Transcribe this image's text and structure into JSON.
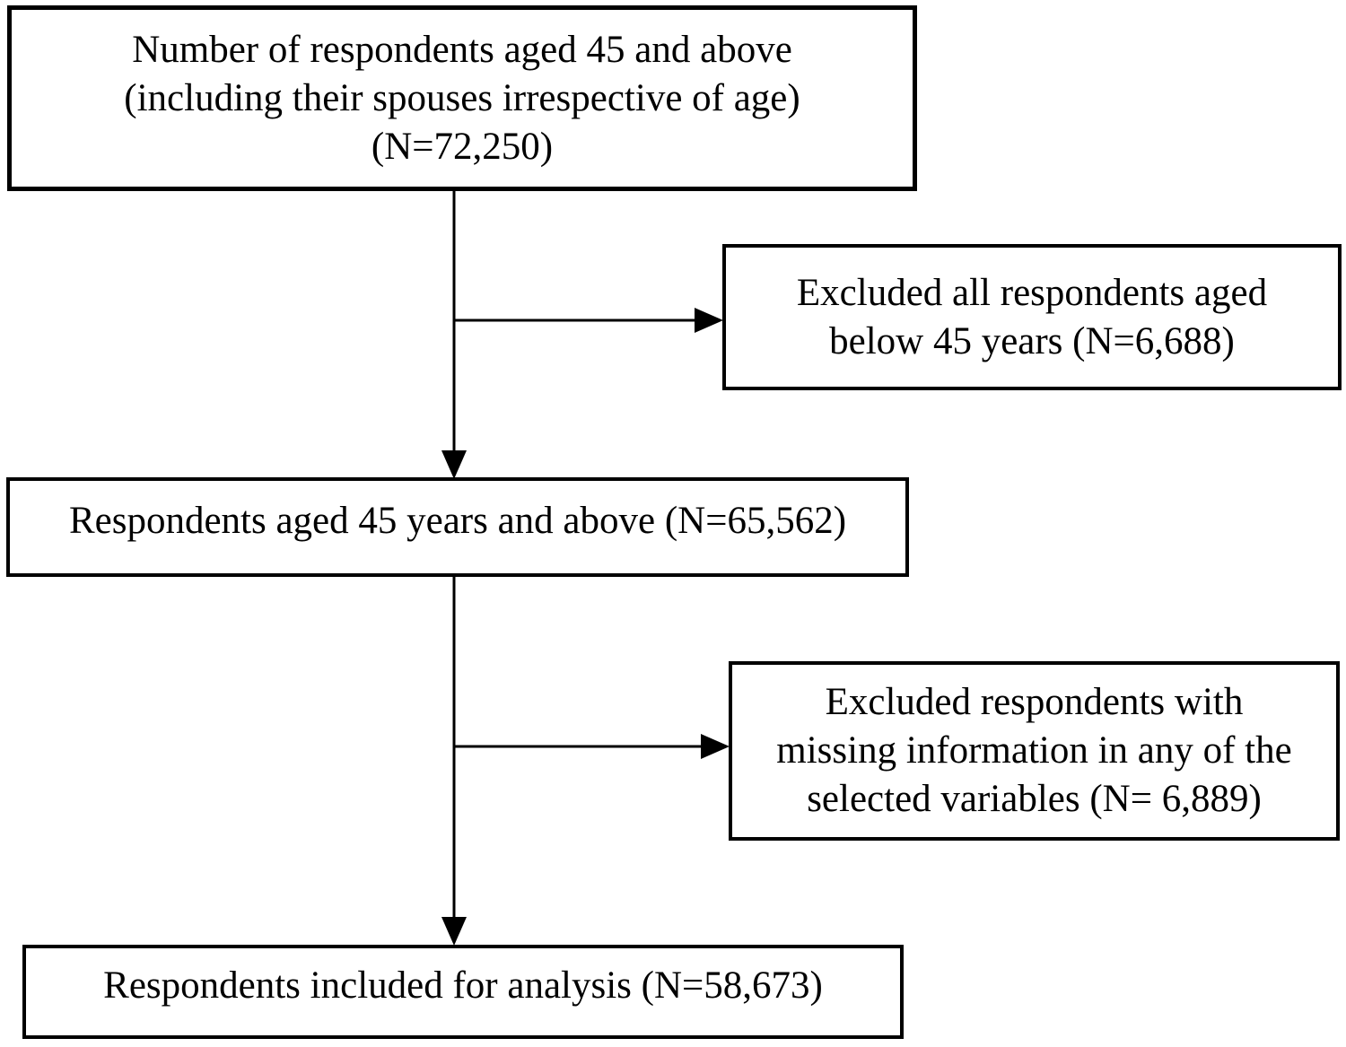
{
  "theme": {
    "background": "#ffffff",
    "ink": "#000000"
  },
  "flowchart": {
    "boxes": [
      {
        "id": "total-respondents",
        "lines": [
          "Number of respondents aged 45 and above",
          "(including their spouses irrespective of age)",
          "(N=72,250)"
        ]
      },
      {
        "id": "excluded-below-45",
        "lines": [
          "Excluded all respondents aged",
          "below 45 years (N=6,688)"
        ]
      },
      {
        "id": "aged-45-and-above",
        "lines": [
          "Respondents aged 45 years and above (N=65,562)"
        ]
      },
      {
        "id": "excluded-missing-info",
        "lines": [
          "Excluded respondents with",
          "missing information in any of the",
          "selected variables (N= 6,889)"
        ]
      },
      {
        "id": "included-for-analysis",
        "lines": [
          "Respondents included for analysis (N=58,673)"
        ]
      }
    ]
  }
}
